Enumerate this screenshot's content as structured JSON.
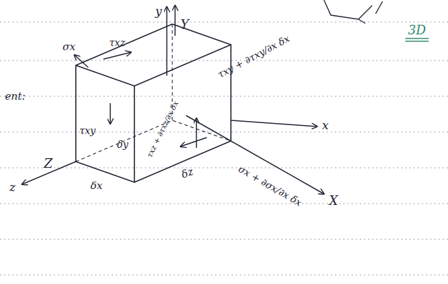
{
  "diagram": {
    "labels": [
      "y",
      "Y",
      "σx",
      "τxz",
      "τxy",
      "δy",
      "δx",
      "Z",
      "z",
      "δz",
      "τxy + ∂τxy/∂x δx",
      "τxz + ∂τxz/∂x δx",
      "x",
      "σx + ∂σx/∂x δx",
      "X",
      "ent:",
      "3D"
    ]
  }
}
